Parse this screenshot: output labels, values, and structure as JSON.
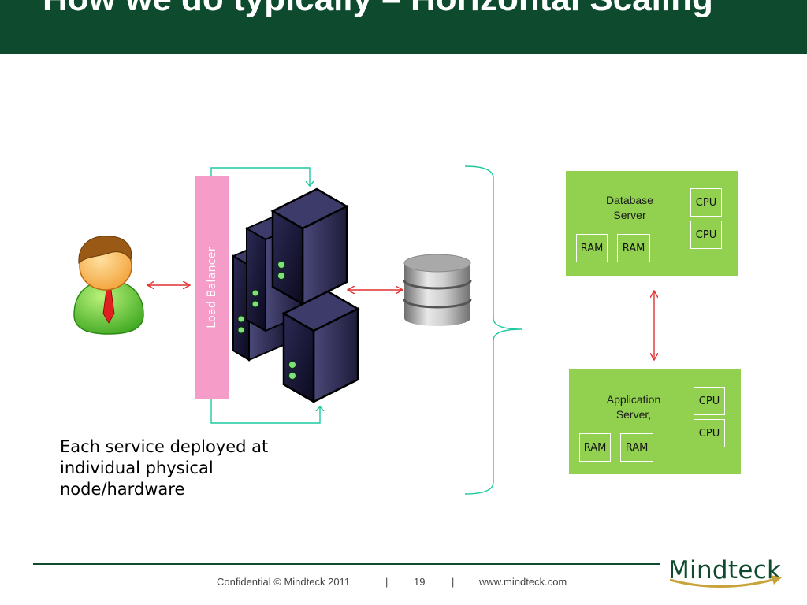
{
  "slide": {
    "title": "How we do typically – Horizontal Scaling"
  },
  "diagram": {
    "load_balancer_label": "Load Balancer",
    "caption": "Each service deployed at\nindividual physical\nnode/hardware",
    "database_server": {
      "title": "Database\nServer",
      "chips": [
        "CPU",
        "CPU",
        "RAM",
        "RAM"
      ]
    },
    "application_server": {
      "title": "Application\nServer,",
      "chips": [
        "CPU",
        "CPU",
        "RAM",
        "RAM"
      ]
    }
  },
  "footer": {
    "confidential": "Confidential © Mindteck 2011",
    "sep1": "|",
    "page": "19",
    "sep2": "|",
    "url": "www.mindteck.com",
    "logo_text": "Mindteck"
  },
  "colors": {
    "title_bar": "#0e4a2e",
    "server_box": "#92d050",
    "load_balancer": "#f59dc8",
    "arrow_red": "#e03030",
    "arrow_teal": "#1fc9a0"
  }
}
